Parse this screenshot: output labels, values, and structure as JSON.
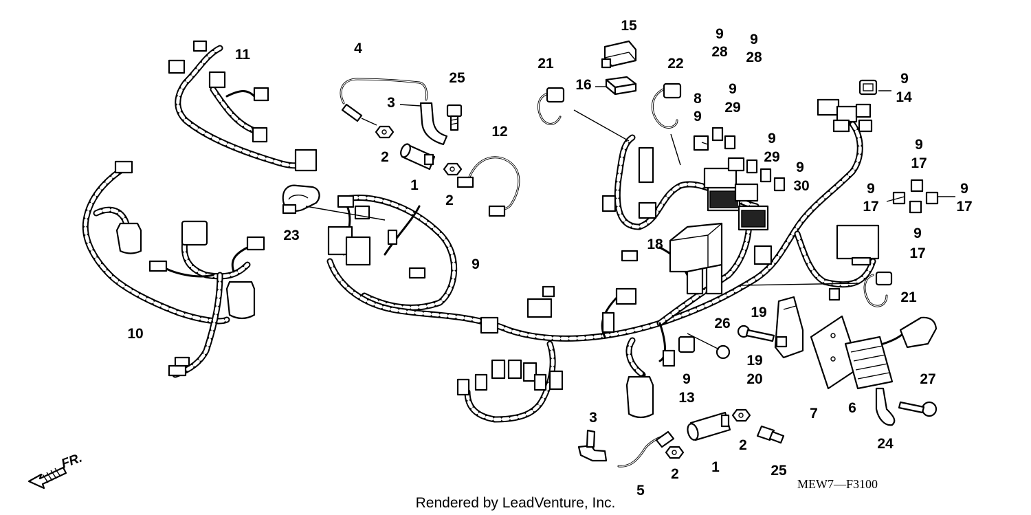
{
  "diagram": {
    "callouts": [
      "1",
      "1",
      "2",
      "2",
      "2",
      "2",
      "3",
      "3",
      "4",
      "5",
      "6",
      "7",
      "8",
      "9",
      "9",
      "9",
      "9",
      "9",
      "9",
      "9",
      "9",
      "9",
      "9",
      "9",
      "9",
      "9",
      "10",
      "11",
      "12",
      "13",
      "14",
      "15",
      "16",
      "17",
      "17",
      "17",
      "17",
      "18",
      "19",
      "19",
      "20",
      "21",
      "21",
      "22",
      "23",
      "24",
      "25",
      "25",
      "26",
      "27",
      "28",
      "28",
      "29",
      "29",
      "30"
    ],
    "diagram_code": "MEW7—F3100",
    "credit": "Rendered by LeadVenture, Inc.",
    "direction_label": "FR."
  }
}
